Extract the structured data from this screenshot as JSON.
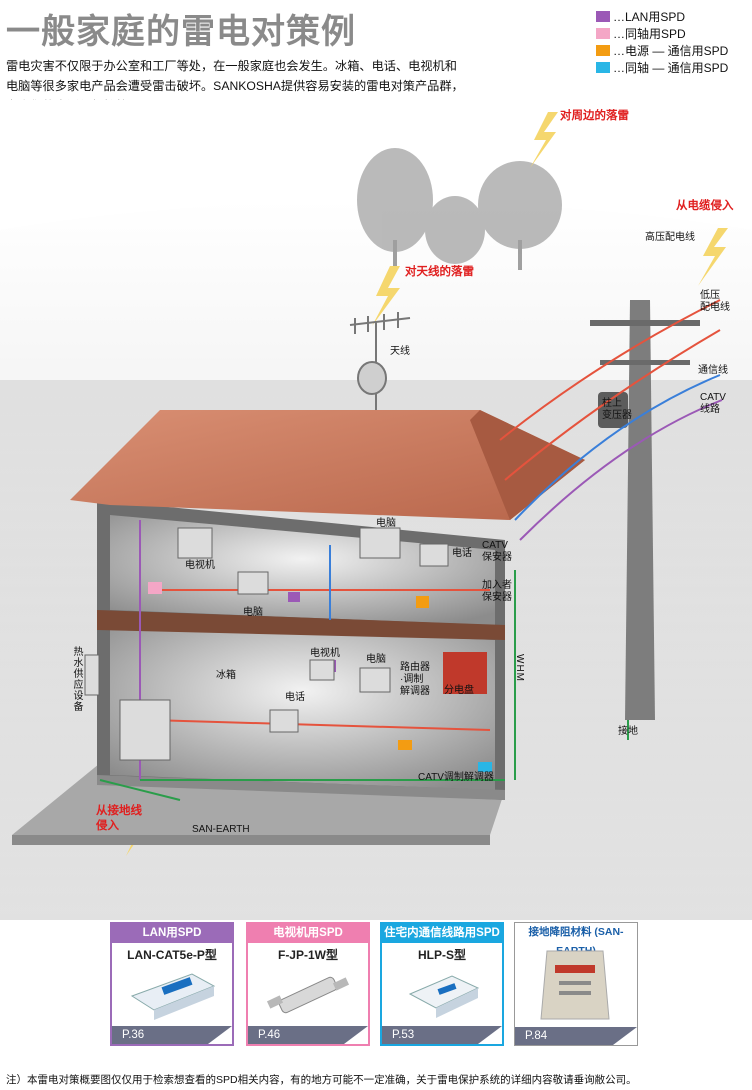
{
  "header": {
    "title": "一般家庭的雷电对策例",
    "intro": "雷电灾害不仅限于办公室和工厂等处，在一般家庭也会发生。冰箱、电话、电视机和电脑等很多家电产品会遭受雷击破坏。SANKOSHA提供容易安装的雷电对策产品群，为人们的生活保驾护航。"
  },
  "legend": [
    {
      "label": "…LAN用SPD",
      "color": "#9b59b6"
    },
    {
      "label": "…同轴用SPD",
      "color": "#f4a6c6"
    },
    {
      "label": "…电源 — 通信用SPD",
      "color": "#f39c12"
    },
    {
      "label": "…同轴 — 通信用SPD",
      "color": "#29b6e6"
    }
  ],
  "diagram": {
    "strike_surrounding": "对周边的落雷",
    "strike_cable": "从电缆侵入",
    "strike_antenna": "对天线的落雷",
    "strike_ground_1": "从接地线",
    "strike_ground_2": "侵入",
    "antenna": "天线",
    "hv_line": "高压配电线",
    "lv_line_1": "低压",
    "lv_line_2": "配电线",
    "comm_line": "通信线",
    "catv_line_1": "CATV",
    "catv_line_2": "线路",
    "pole_transformer_1": "柱上",
    "pole_transformer_2": "变压器",
    "ground": "接地",
    "tv_upper": "电视机",
    "pc_upper_left": "电脑",
    "pc_upper_right": "电脑",
    "phone_upper": "电话",
    "catv_protector_1": "CATV",
    "catv_protector_2": "保安器",
    "subscriber_protector_1": "加入者",
    "subscriber_protector_2": "保安器",
    "water_heater": "热水供应设备",
    "fridge": "冰箱",
    "tv_lower": "电视机",
    "pc_lower": "电脑",
    "phone_lower": "电话",
    "router_1": "路由器",
    "router_2": "·调制",
    "router_3": "解调器",
    "breaker_panel": "分电盘",
    "whm": "WHM",
    "catv_modem": "CATV调制解调器",
    "san_earth": "SAN-EARTH"
  },
  "products": [
    {
      "header": "LAN用SPD",
      "model": "LAN-CAT5e-P型",
      "page": "P.36",
      "color": "#9b6bb8"
    },
    {
      "header": "电视机用SPD",
      "model": "F-JP-1W型",
      "page": "P.46",
      "color": "#ef7fb0"
    },
    {
      "header": "住宅内通信线路用SPD",
      "model": "HLP-S型",
      "page": "P.53",
      "color": "#1aa7e0"
    },
    {
      "header": "接地降阻材料 (SAN-EARTH)",
      "model": "",
      "page": "P.84",
      "color": "#ffffff"
    }
  ],
  "footer": {
    "note": "注）本雷电对策概要图仅仅用于检索想查看的SPD相关内容，有的地方可能不一定准确，关于雷电保护系统的详细内容敬请垂询敝公司。"
  }
}
